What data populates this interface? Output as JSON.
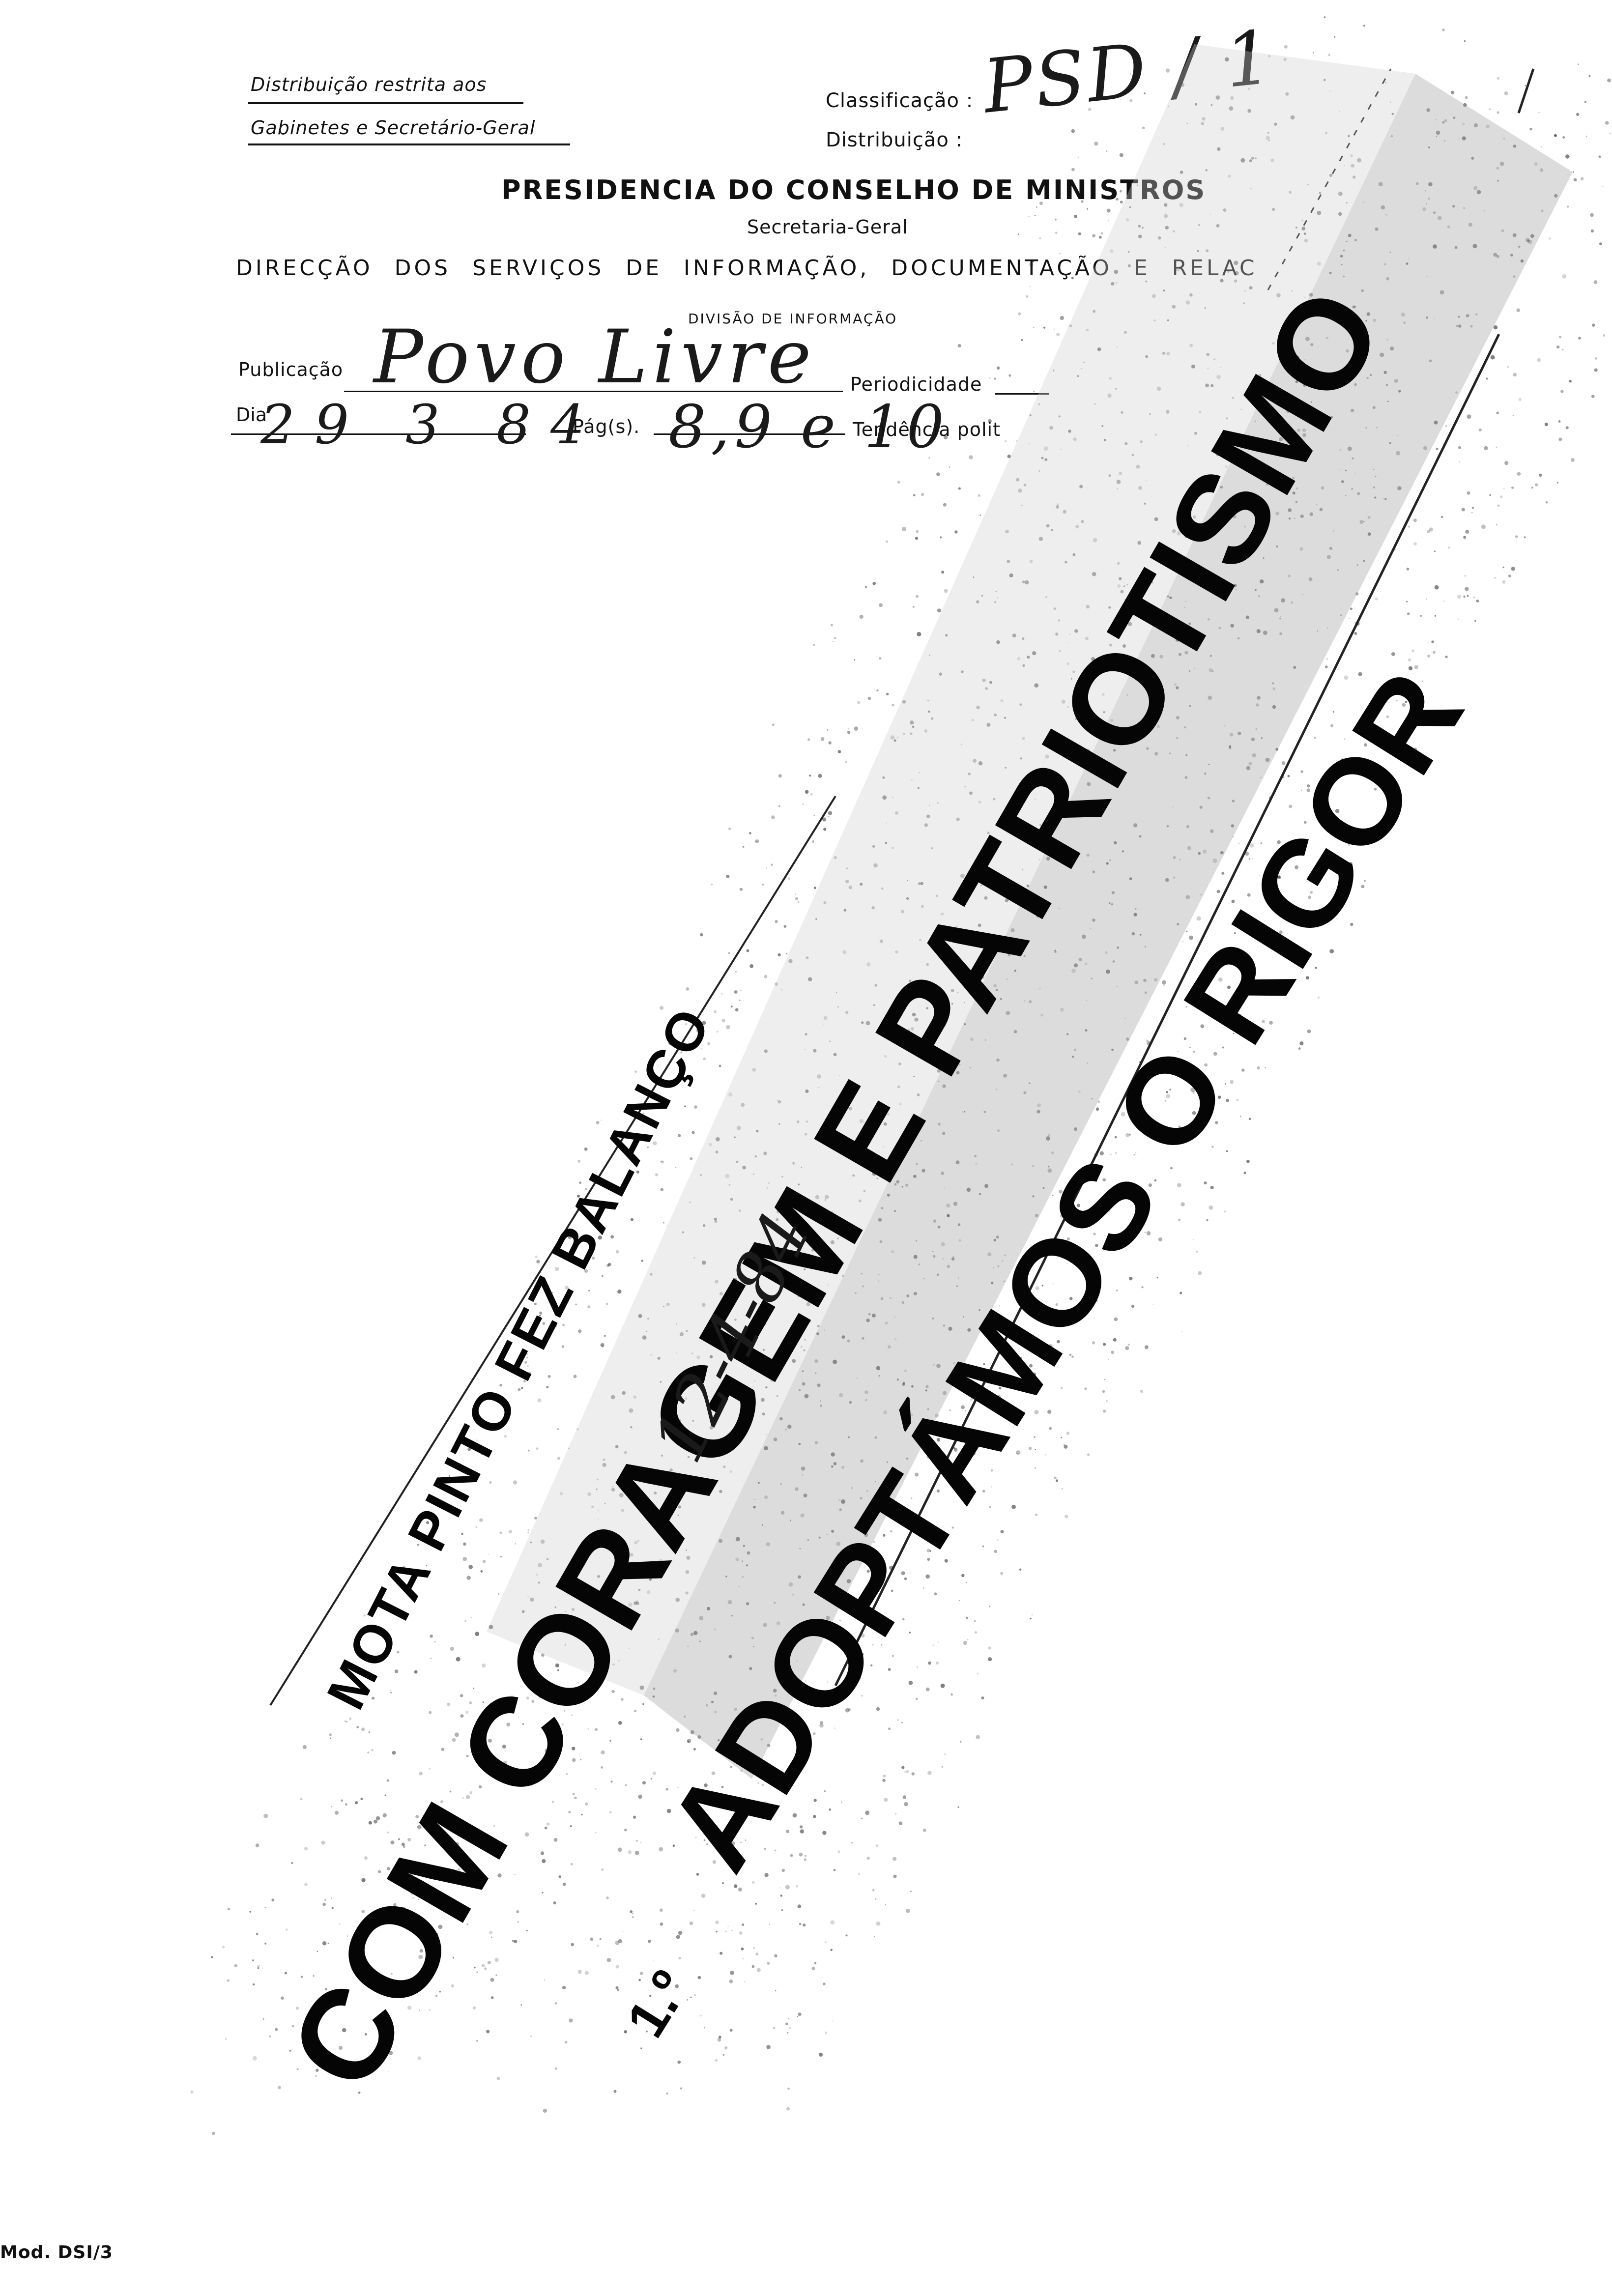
{
  "header": {
    "distribution_line1": "Distribuição restrita aos",
    "distribution_line2": "Gabinetes e Secretário-Geral",
    "classification_label": "Classificação :",
    "distribution_label": "Distribuição :",
    "classification_value": "PSD / 1",
    "organisation": "PRESIDENCIA DO CONSELHO DE MINISTROS",
    "secretariat": "Secretaria-Geral",
    "directorate": "DIRECÇÃO DOS SERVIÇOS DE INFORMAÇÃO, DOCUMENTAÇÃO E RELAC",
    "division": "DIVISÃO DE INFORMAÇÃO"
  },
  "form": {
    "publication_label": "Publicação",
    "publication_value": "Povo Livre",
    "periodicity_label": "Periodicidade",
    "day_label": "Dia",
    "day_value": "29 3 84",
    "pages_label": "Pág(s).",
    "pages_value": "8,9 e 10",
    "tendency_label": "Tendência polit"
  },
  "clipping": {
    "headline_small": "MOTA PINTO FEZ BALANÇO",
    "headline_large": "COM CORAGEM E PATRIOTISMO",
    "headline_second": "ADOPTÁMOS O RIGOR",
    "marker": "1.º",
    "annotation": "12-4-84"
  },
  "footer": {
    "form_code": "Mod. DSI/3"
  }
}
